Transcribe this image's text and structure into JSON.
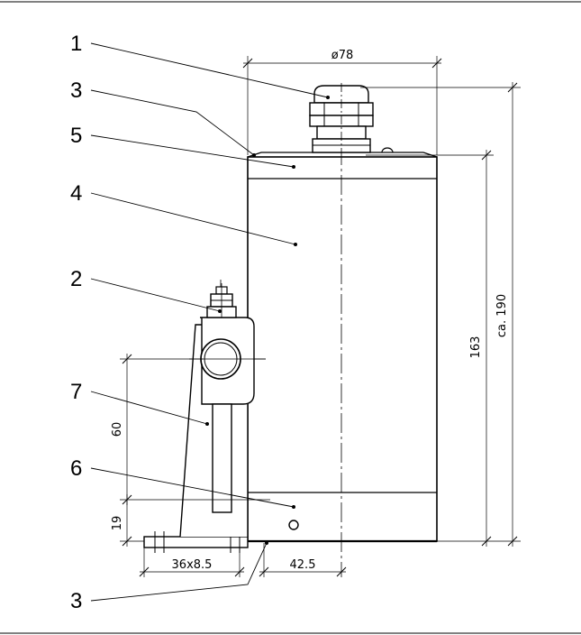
{
  "callouts": {
    "c1": "1",
    "c2": "2",
    "c3_top": "3",
    "c3_bottom": "3",
    "c4": "4",
    "c5": "5",
    "c6": "6",
    "c7": "7"
  },
  "dimensions": {
    "diameter": "ø78",
    "height_body": "163",
    "height_total": "ca. 190",
    "bracket_height": "60",
    "base_height": "19",
    "slot": "36x8.5",
    "offset": "42.5"
  },
  "colors": {
    "line": "#000000",
    "background": "#ffffff"
  }
}
